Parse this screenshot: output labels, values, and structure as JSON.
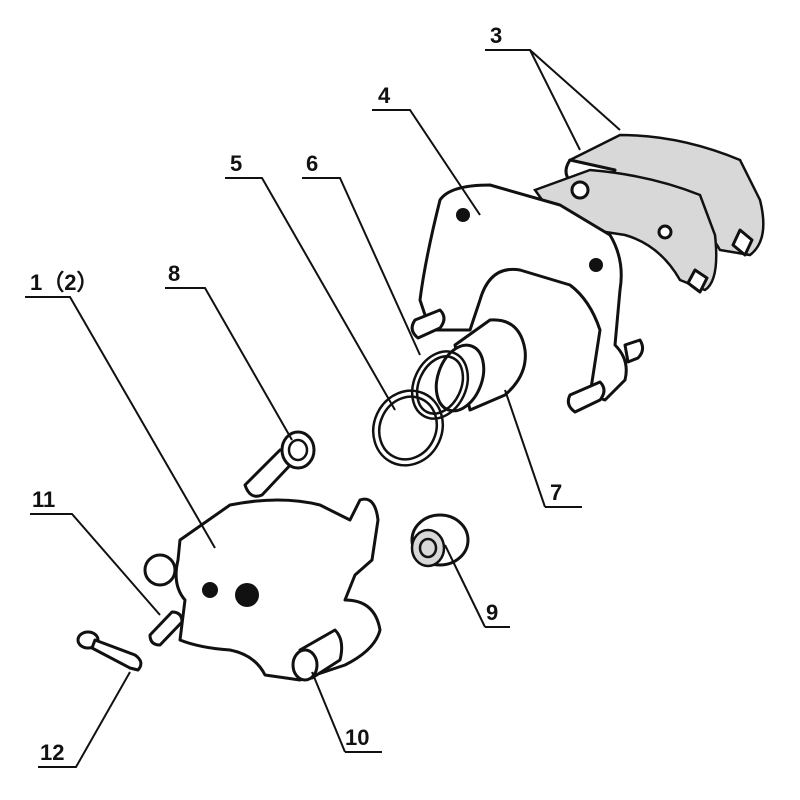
{
  "callouts": [
    {
      "id": "c3",
      "text": "3"
    },
    {
      "id": "c4",
      "text": "4"
    },
    {
      "id": "c5",
      "text": "5"
    },
    {
      "id": "c6",
      "text": "6"
    },
    {
      "id": "c7",
      "text": "7"
    },
    {
      "id": "c8",
      "text": "8"
    },
    {
      "id": "c1",
      "text": "1（2）"
    },
    {
      "id": "c11",
      "text": "11"
    },
    {
      "id": "c9",
      "text": "9"
    },
    {
      "id": "c10",
      "text": "10"
    },
    {
      "id": "c12",
      "text": "12"
    }
  ]
}
